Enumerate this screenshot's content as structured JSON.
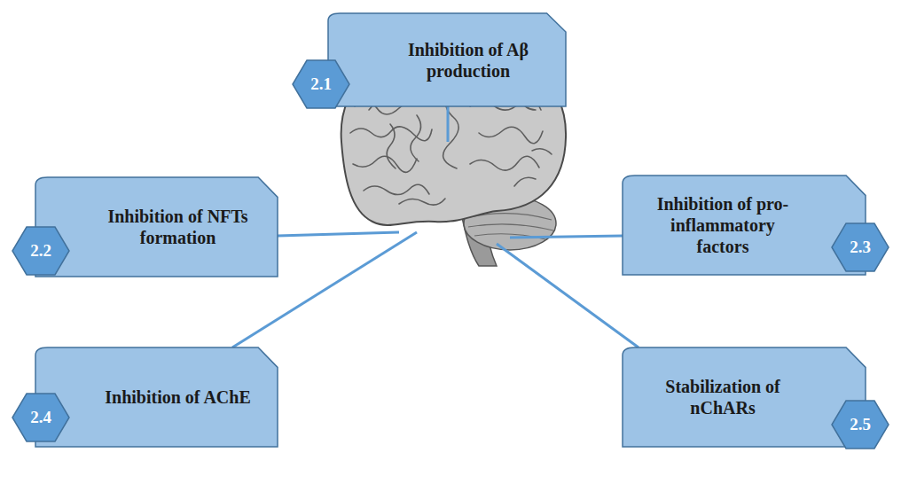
{
  "diagram": {
    "nodes": [
      {
        "text": [
          "Inhibition of Aβ production"
        ]
      },
      {
        "text": [
          "2.1"
        ]
      },
      {
        "text": [
          "Inhibition of NFTs formation"
        ]
      },
      {
        "text": [
          "2.2"
        ]
      },
      {
        "text": [
          "Inhibition of pro-inflammatory factors"
        ]
      },
      {
        "text": [
          "2.3"
        ]
      },
      {
        "text": [
          "Inhibition of AChE"
        ]
      },
      {
        "text": [
          "2.4"
        ]
      },
      {
        "text": [
          "Stabilization of nChARs"
        ]
      },
      {
        "text": [
          "2.5"
        ]
      }
    ]
  }
}
